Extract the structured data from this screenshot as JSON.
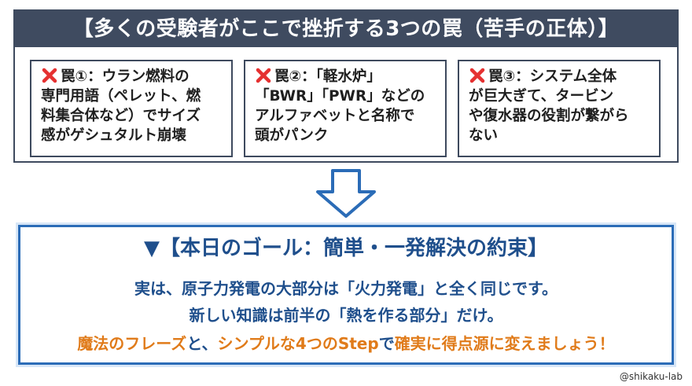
{
  "header": {
    "title": "【多くの受験者がここで挫折する3つの罠（苦手の正体）】"
  },
  "traps": [
    {
      "lines": [
        "罠①：ウラン燃料の",
        "専門用語（ペレット、燃",
        "料集合体など）でサイズ",
        "感がゲシュタルト崩壊"
      ]
    },
    {
      "lines": [
        "罠②：「軽水炉」",
        "「BWR」「PWR」などの",
        "アルファベットと名称で",
        "頭がパンク"
      ]
    },
    {
      "lines": [
        "罠③：システム全体",
        "が巨大ぎて、タービン",
        "や復水器の役割が繋がら",
        "ない"
      ]
    }
  ],
  "goal": {
    "title": "▼【本日のゴール：簡単・一発解決の約束】",
    "line1": "実は、原子力発電の大部分は「火力発電」と全く同じです。",
    "line2": "新しい知識は前半の「熱を作る部分」だけ。",
    "line3": {
      "part1": "魔法のフレーズ",
      "part2": "と、",
      "part3": "シンプルな4つのStep",
      "part4": "で",
      "part5": "確実に得点源に変えましょう！"
    }
  },
  "watermark": "@shikaku-lab",
  "colors": {
    "title_bar": "#3f4b60",
    "border": "#3e4a5e",
    "goal_blue": "#1f4f8c",
    "goal_border": "#2b6cb7",
    "accent_orange": "#e07b1a",
    "x_red": "#e53030"
  },
  "icons": {
    "trap_marker": "red-x-icon",
    "transition": "down-arrow-icon"
  }
}
